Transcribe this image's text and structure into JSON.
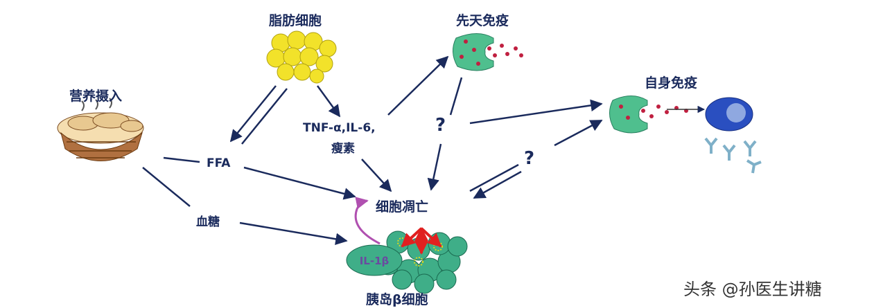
{
  "nodes": {
    "adipocyte": "脂肪细胞",
    "innate_immunity": "先天免疫",
    "autoimmunity": "自身免疫",
    "nutrition_intake": "营养摄入",
    "cytokines_line1": "TNF-α,IL-6,",
    "cytokines_line2": "瘦素",
    "ffa": "FFA",
    "blood_glucose": "血糖",
    "apoptosis": "细胞凋亡",
    "beta_cell": "胰岛β细胞",
    "il1b": "IL-1β"
  },
  "question_marks": [
    "?",
    "?"
  ],
  "watermark": "头条 @孙医生讲糖",
  "colors": {
    "text": "#1a2a5c",
    "arrow": "#1a2a5c",
    "fat_cell": "#f2e22a",
    "immune_cell": "#4fbf8e",
    "red_dot": "#c02040",
    "apoptosis_arrow": "#e02020",
    "il_arrow": "#b050b0",
    "b_cell": "#2a4fc0",
    "antibody": "#7fb0c8"
  }
}
